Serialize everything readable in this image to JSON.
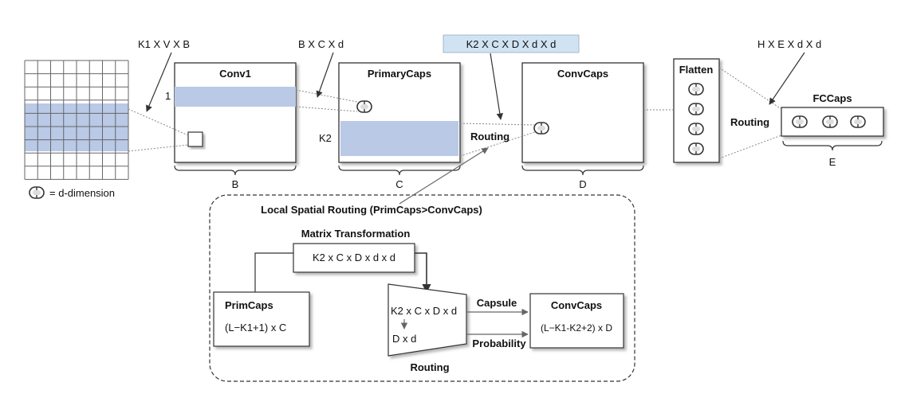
{
  "labels": {
    "k1vvb": "K1 X V X B",
    "bxcxd": "B X C X d",
    "k2_shape": "K2 X C X D X d X d",
    "hxexd": "H X E X d X d",
    "conv1": "Conv1",
    "primarycaps": "PrimaryCaps",
    "convcaps": "ConvCaps",
    "flatten": "Flatten",
    "fccaps": "FCCaps",
    "routing_mid": "Routing",
    "routing_fc": "Routing",
    "one": "1",
    "k2": "K2",
    "brace_b": "B",
    "brace_c": "C",
    "brace_d": "D",
    "brace_e": "E",
    "legend": "= d-dimension"
  },
  "detail": {
    "title": "Local Spatial Routing (PrimCaps>ConvCaps)",
    "matrix_title": "Matrix Transformation",
    "matrix_value": "K2 x C x D x d x d",
    "primcaps_title": "PrimCaps",
    "primcaps_value": "(L−K1+1) x C",
    "routing_top": "K2 x C x D x d",
    "routing_bottom": "D x d",
    "routing_label": "Routing",
    "capsule": "Capsule",
    "probability": "Probability",
    "convcaps_title": "ConvCaps",
    "convcaps_value": "(L−K1-K2+2) x D"
  },
  "colors": {
    "highlight": "#b9c9e6",
    "label_bg": "#cfe3f3",
    "stroke": "#333333"
  }
}
